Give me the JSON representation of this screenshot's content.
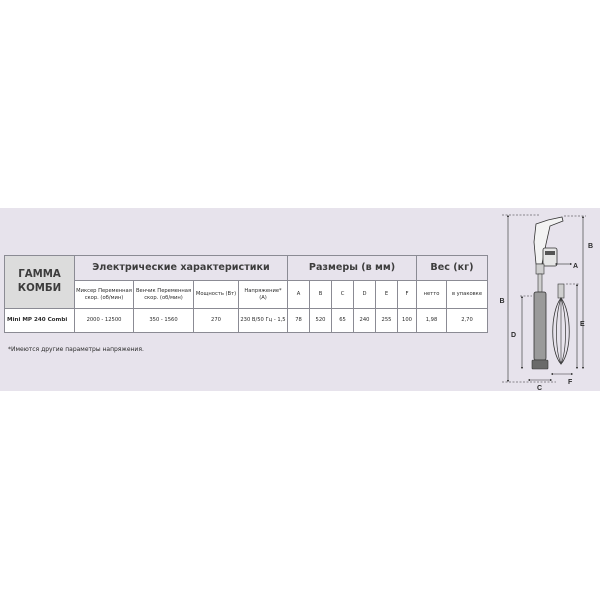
{
  "table": {
    "group_title": "ГАММА КОМБИ",
    "sections": {
      "electrical": "Электрические характеристики",
      "dimensions": "Размеры (в мм)",
      "weight": "Вес (кг)"
    },
    "headers": {
      "mixer_speed": "Миксер Переменная скор. (об/мин)",
      "whisk_speed": "Венчик Переменная скор. (об/мин)",
      "power": "Мощность (Вт)",
      "voltage": "Напряжение* (А)",
      "dim_a": "A",
      "dim_b": "B",
      "dim_c": "C",
      "dim_d": "D",
      "dim_e": "E",
      "dim_f": "F",
      "net": "нетто",
      "packed": "в упаковке"
    },
    "row": {
      "model": "Mini MP 240 Combi",
      "mixer_speed": "2000 - 12500",
      "whisk_speed": "350 - 1560",
      "power": "270",
      "voltage": "230 В/50 Гц - 1,5",
      "dim_a": "78",
      "dim_b": "520",
      "dim_c": "65",
      "dim_d": "240",
      "dim_e": "255",
      "dim_f": "100",
      "net": "1,98",
      "packed": "2,70"
    }
  },
  "footnote": "*Имеются другие параметры напряжения.",
  "diagram": {
    "labels": {
      "a": "A",
      "b_left": "B",
      "b_right": "B",
      "c": "C",
      "d": "D",
      "e": "E",
      "f": "F"
    }
  }
}
